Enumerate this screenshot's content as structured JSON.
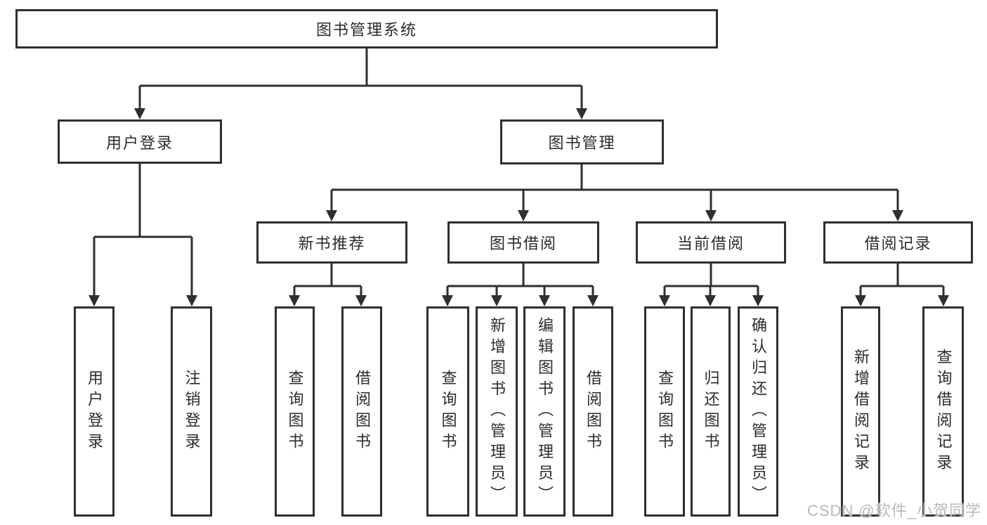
{
  "colors": {
    "line": "#2f2f2f",
    "box_border": "#2f2f2f",
    "text": "#2b2b2b",
    "background": "#ffffff",
    "watermark": "#b9b9b9"
  },
  "nodes": {
    "root": "图书管理系统",
    "user_login": "用户登录",
    "book_mgmt": "图书管理",
    "user_login_login": "用户登录",
    "user_login_logout": "注销登录",
    "new_book_recommend": "新书推荐",
    "book_borrow": "图书借阅",
    "current_borrow": "当前借阅",
    "borrow_record": "借阅记录",
    "nbr_query_book": "查询图书",
    "nbr_borrow_book": "借阅图书",
    "bb_query_book": "查询图书",
    "bb_add_book_admin": "新增图书（管理员）",
    "bb_edit_book_admin": "编辑图书（管理员）",
    "bb_borrow_book": "借阅图书",
    "cb_query_book": "查询图书",
    "cb_return_book": "归还图书",
    "cb_confirm_return_admin": "确认归还（管理员）",
    "br_add_record": "新增借阅记录",
    "br_query_record": "查询借阅记录"
  },
  "watermark": "CSDN @软件_小贺同学"
}
